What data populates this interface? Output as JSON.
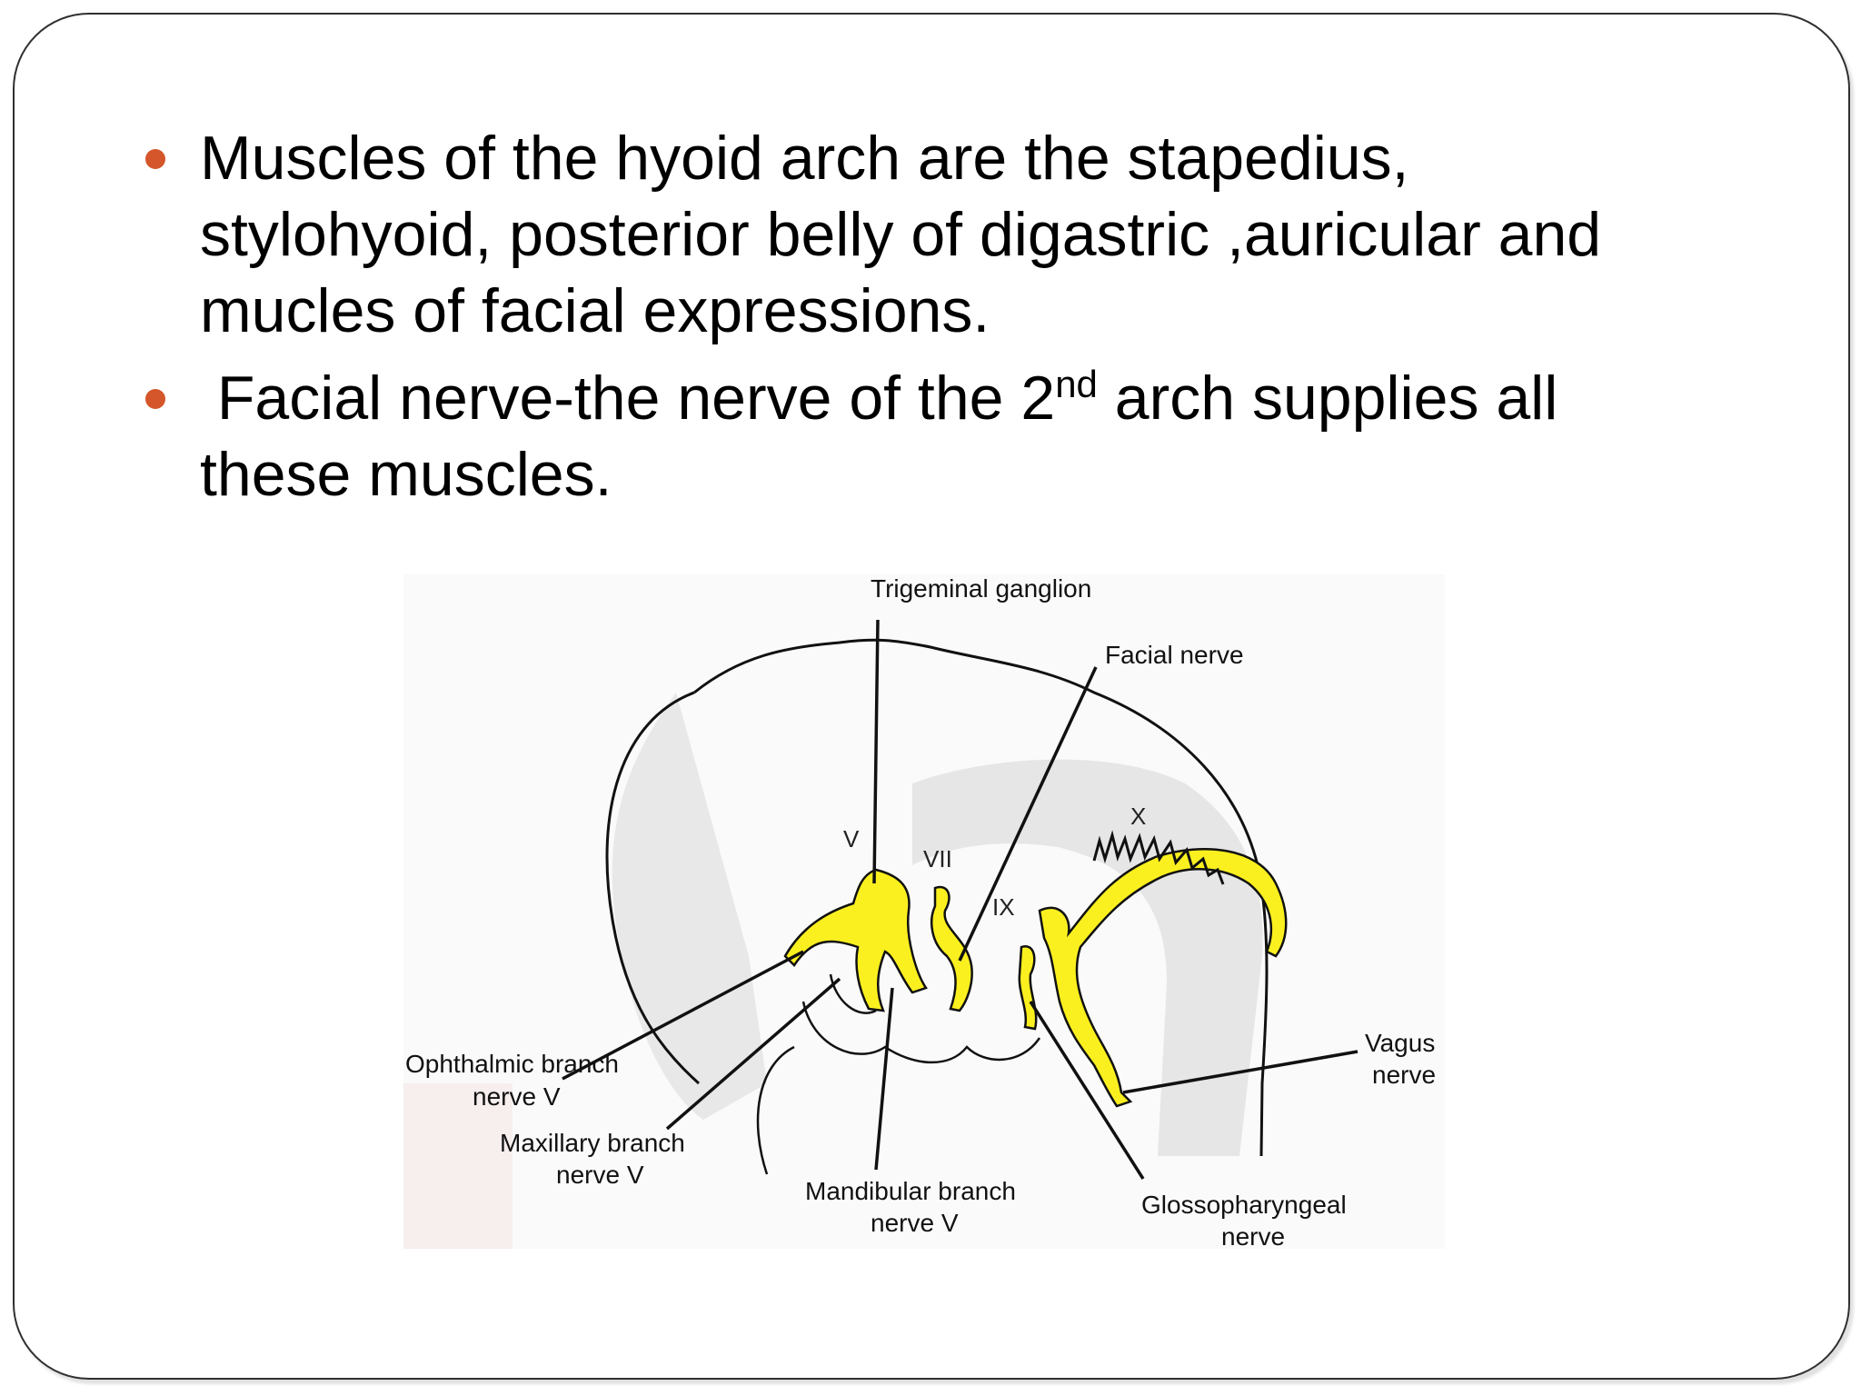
{
  "slide": {
    "bullet_color": "#d4562a",
    "bullets": [
      {
        "lines": [
          "Muscles of the hyoid arch are the stapedius,",
          "stylohyoid, posterior belly of digastric ,auricular and",
          "mucles of facial expressions."
        ]
      },
      {
        "line1_before": " Facial nerve-the nerve of the 2",
        "line1_sup": "nd",
        "line1_after": " arch supplies all",
        "line2": "these muscles."
      }
    ]
  },
  "figure": {
    "nerve_color": "#fbf01f",
    "labels": {
      "trigeminal_ganglion": "Trigeminal ganglion",
      "facial_nerve": "Facial nerve",
      "ophthalmic_1": "Ophthalmic branch",
      "ophthalmic_2": "nerve V",
      "maxillary_1": "Maxillary branch",
      "maxillary_2": "nerve V",
      "mandibular_1": "Mandibular branch",
      "mandibular_2": "nerve V",
      "glosso_1": "Glossopharyngeal",
      "glosso_2": "nerve",
      "vagus_1": "Vagus",
      "vagus_2": "nerve"
    },
    "numerals": {
      "v": "V",
      "vii": "VII",
      "ix": "IX",
      "x": "X"
    }
  }
}
